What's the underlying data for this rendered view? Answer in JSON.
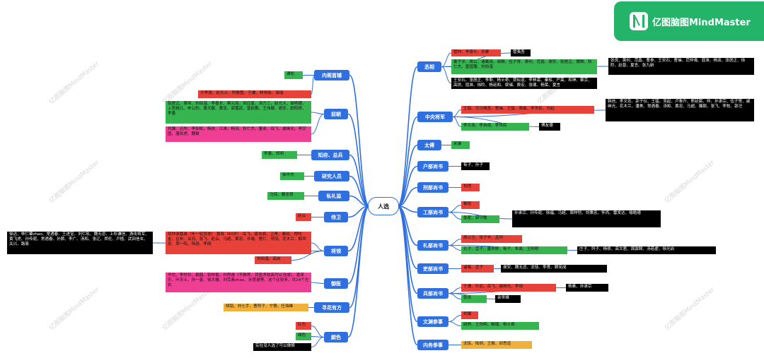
{
  "badge": {
    "text": "亿图脑图MindMaster",
    "icon": "mindmaster-logo-icon"
  },
  "watermark": "亿图脑图MindMaster",
  "root": "人选",
  "left": {
    "neige": {
      "label": "内阁首辅",
      "leaves": [
        "谭纶"
      ]
    },
    "qianchao": {
      "label": "前朝",
      "leaves": [
        "方孝孺、赵光义、阿鲁图、于谦、林则徐、海瑞",
        "张居正、萧何、刘伯温、李善长、蔡元培、宋应星、汤万三、赵光义、邹明德、上官婉儿、申公豹、黄文献、黄忠、郭嘉武、曾欧鹏、王伟健、谢安、欧阳修、李善",
        "刘墉、吕布、李如松、韩信、江淮、杨羽、狄仁杰、董卓、岳飞、戚继光、李宗国、唐伯虎、魏徵"
      ]
    },
    "zhifu": {
      "label": "知府、总兵",
      "leaves": [
        "李善、郑明"
      ]
    },
    "yanjiu": {
      "label": "研究人员",
      "leaves": [
        "徐中杰"
      ]
    },
    "silijian": {
      "label": "私礼监",
      "leaves": [
        "马保、魏忠贤"
      ]
    },
    "shiwei": {
      "label": "侍卫",
      "leaves": [
        "赵云"
      ]
    },
    "jiangling": {
      "label": "将领",
      "leaves": [
        "凤仲承嘉熹（年一轮其他） 黄政（60岁） 岳飞、霍去病、卫青、秦琼、程咬金、吕布、关羽、张飞、赵云、马超、黄忠、许褚、曹仁、项羽、花木兰、韩世忠、郑一鸣、陆逊、李靖",
        "刘伯温、高启"
      ],
      "far": "徐达、林仁肇zhao、常遇春、王进宝、刘仁轨、魏无忌、上杉谦信、游击将军、黄飞虎、孙传庭、常遇春、孙膑、李广、汤和、张辽、郑伦、卢植、武田信玄、关兴、路易"
    },
    "yuyi": {
      "label": "御医",
      "leaves": [
        "华佗、李时珍、扁鹊、张仲景、孙思邈（不推荐，其医术较高可以当成）、喜来乐、叶天士、孙一奎、徐大椿、刘完素zhao、孙思邈等、这个比较多，共24个左右"
      ]
    },
    "xunhua": {
      "label": "寻花有方",
      "leaves": [
        "胡铭、刘七手、曹阿子、宁蓉、任海峰"
      ]
    },
    "yanse": {
      "label": "颜色",
      "leaves": [
        "红色",
        "绿色",
        "实在没人选了可以做换"
      ]
    }
  },
  "right": {
    "chengxiang": {
      "label": "丞相",
      "leaves": [
        "管仲、李善长、苏秦",
        "姜子牙、周公、诸葛亮、商鞅、伍子胥、萧何、范蠡、谢安、张居正、魏徵、狄仁杰、曾国藩、刘伯温",
        "王安石、张居正、李斯、杨士奇、贾似道、李林甫、秦桧、严嵩、和珅、蔡京、高拱、寇准、徐阶、杨廷和、梁储、费宏、张璁、杨荣、夏言"
      ],
      "mid": "管夷吾",
      "far": "张良、萧何、范蠡、曹参、王安石、曹操、范仲淹、寇准、杨涟、张居正、徐阶、赵普、夏言、张九龄"
    },
    "zhongyang": {
      "label": "中央将军",
      "leaves": [
        "王翦、司马穰苴、曹操、王猛、周瑜、李世民、白起",
        "李文忠、李自成、李世民"
      ],
      "far": "韩信、李文忠、郭子仪、王猛、吴起、卢象升、熊廷弼、仲、孙承宗、伍子胥、戚继光、花木兰、潘美、常遇春、汤和、黄忠、马超、廉颇、张飞、李牧、郭汜",
      "far2": "傅友德"
    },
    "taifu": {
      "label": "太傅",
      "leaves": [
        "宋濂"
      ]
    },
    "hubu": {
      "label": "户部尚书",
      "leaves": [
        "荀子、孙子"
      ]
    },
    "xingbu": {
      "label": "刑部尚书",
      "leaves": [
        "包拯"
      ]
    },
    "gongbu": {
      "label": "工部尚书",
      "leaves": [
        "鲁班",
        "墨翟、郭守敬"
      ],
      "far": "孙承宗、孙传庭、徐福、马超、周仲恺、刘秉忠、怀丙、雷发达、喻皓德"
    },
    "libu": {
      "label": "礼部尚书",
      "leaves": [
        "周公旦、张子丰、孟轲",
        "孔子、孟子、董仲舒、荀子、朱熹、王阳明"
      ],
      "far": "庄子、列子、杨修、高文君、周敦颐、汤若虚、徐光启"
    },
    "libu2": {
      "label": "吏部尚书",
      "leaves": [
        "诸葛、孟子"
      ],
      "far": "谢安、魏无忌、沈括、李贤、顾宪成"
    },
    "bingbu": {
      "label": "兵部尚书",
      "leaves": [
        "于谦、孙武、岳飞、戚继光、李靖",
        "张良"
      ],
      "mid": "余世维",
      "far": "杨素、孙承宗"
    },
    "wenyuan": {
      "label": "文渊参事",
      "leaves": [
        "刘墉",
        "姚崇、王阳明、解缙、杨士奇"
      ]
    },
    "neiwu": {
      "label": "内务参事",
      "leaves": [
        "沈炼、陆炳、王振、邱思道"
      ]
    }
  }
}
